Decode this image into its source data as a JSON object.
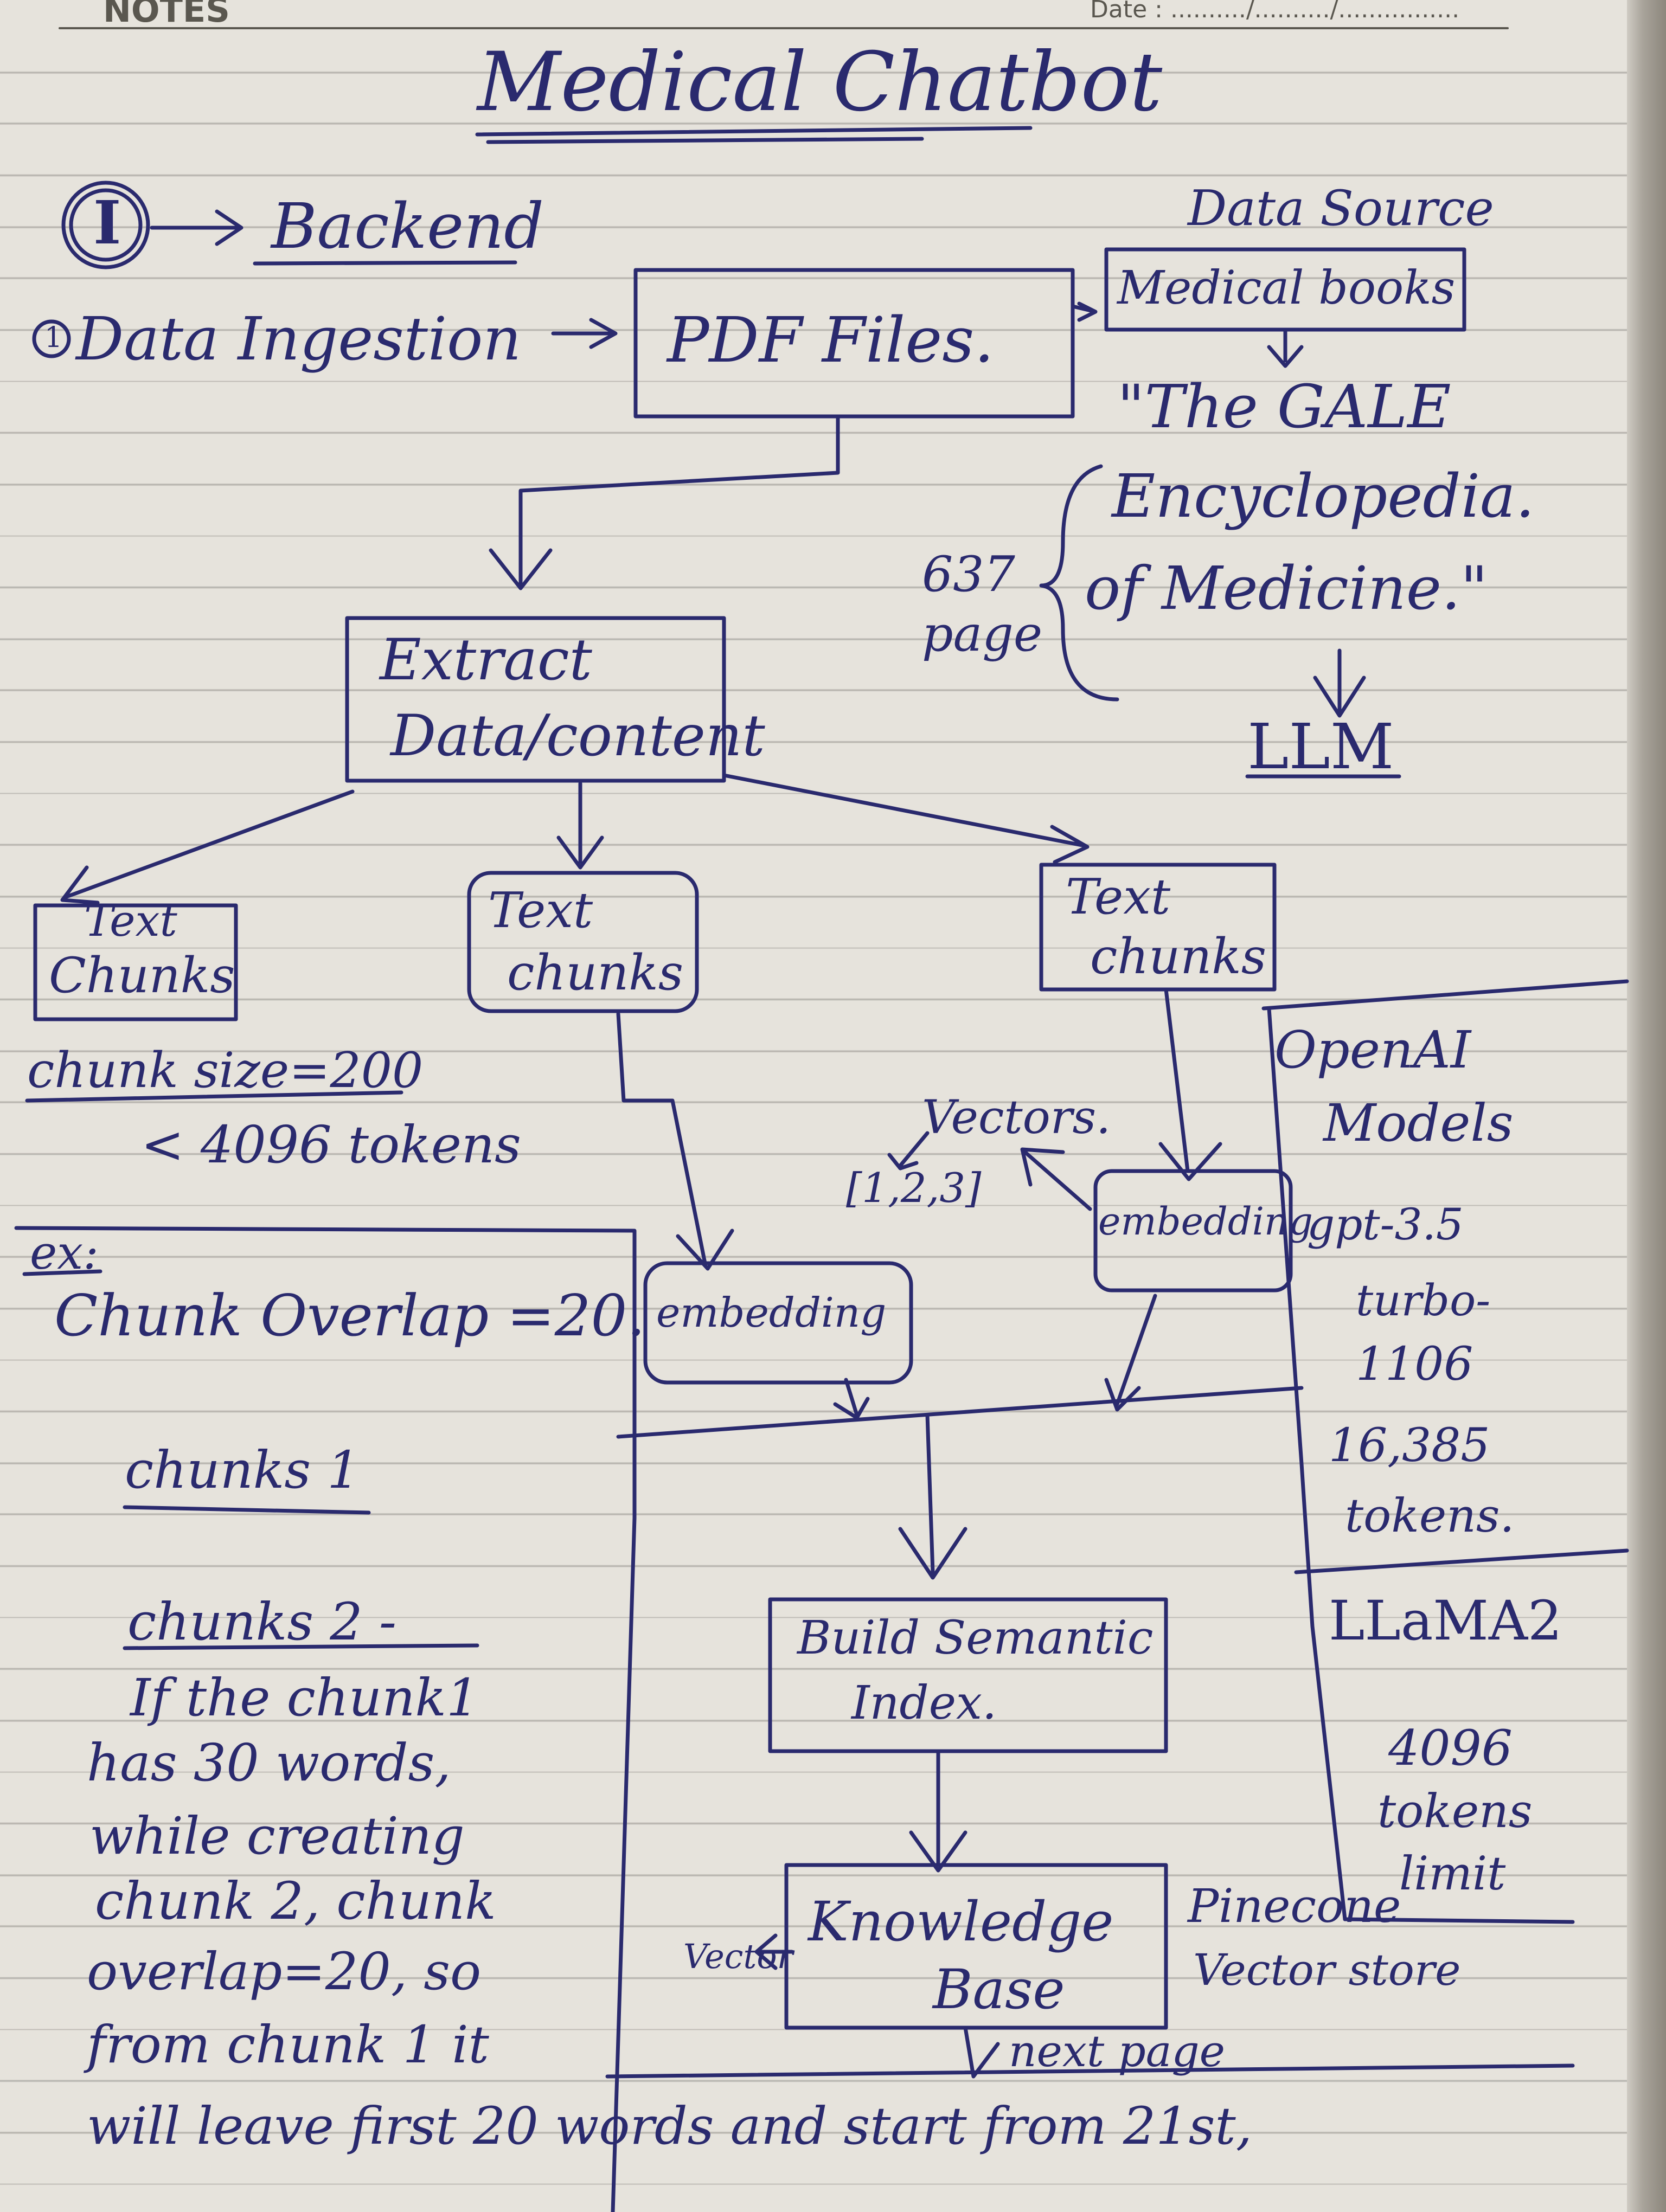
{
  "header": {
    "notes_label": "NOTES",
    "date_label": "Date : ........../........../................"
  },
  "title": "Medical Chatbot",
  "section": {
    "number": "I",
    "label": "Backend"
  },
  "step": {
    "number": "1",
    "label": "Data Ingestion"
  },
  "nodes": {
    "pdf_files": "PDF Files.",
    "data_source_title": "Data Source",
    "data_source": "Medical books",
    "gale_line1": "\"The GALE",
    "gale_line2": "Encyclopedia.",
    "gale_line3": "of Medicine.\"",
    "pages_count": "637",
    "pages_label": "page",
    "llm": "LLM",
    "extract_line1": "Extract",
    "extract_line2": "Data/content",
    "chunks_left_line1": "Text",
    "chunks_left_line2": "Chunks",
    "chunks_mid_line1": "Text",
    "chunks_mid_line2": "chunks",
    "chunks_right_line1": "Text",
    "chunks_right_line2": "chunks",
    "chunk_size": "chunk size=200",
    "token_limit": "< 4096 tokens",
    "vectors_label": "Vectors.",
    "vector_example": "[1,2,3]",
    "embedding_right": "embedding",
    "embedding_left": "embedding",
    "openai_line1": "OpenAI",
    "openai_line2": "Models",
    "gpt_line1": "gpt-3.5",
    "gpt_line2": "turbo-",
    "gpt_line3": "1106",
    "gpt_line4": "16,385",
    "gpt_line5": "tokens.",
    "llama_line1": "LLaMA2",
    "llama_line2": "4096",
    "llama_line3": "tokens",
    "llama_line4": "limit",
    "semantic_line1": "Build Semantic",
    "semantic_line2": "Index.",
    "kb_line1": "Knowledge",
    "kb_line2": "Base",
    "vector_tag": "Vector",
    "pinecone_line1": "Pinecone",
    "pinecone_line2": "Vector store",
    "next_page": "next page"
  },
  "notes": {
    "ex": "ex:",
    "overlap": "Chunk Overlap =20.",
    "chunks1": "chunks 1",
    "chunks2": "chunks 2 -",
    "para": [
      "If the chunk1",
      "has 30 words,",
      "while creating",
      "chunk 2, chunk",
      "overlap=20, so",
      "from chunk 1 it",
      "will leave first 20 words and start from 21st,"
    ]
  },
  "colors": {
    "ink": "#2a2a6e",
    "paper": "#e6e3dc",
    "rule": "#b9b6b0"
  }
}
